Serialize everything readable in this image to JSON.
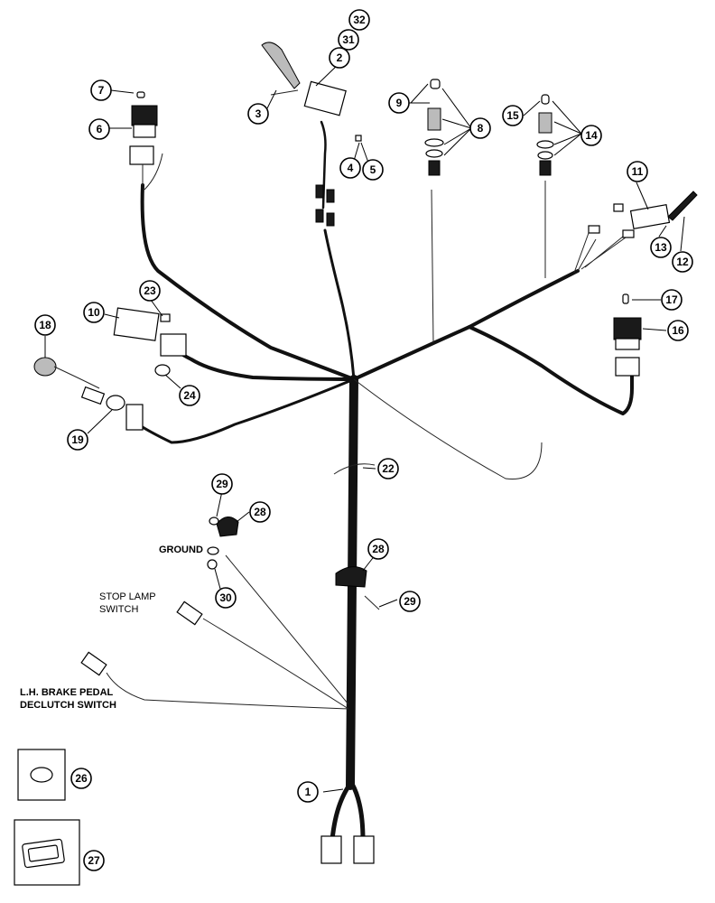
{
  "callouts": [
    "1",
    "2",
    "3",
    "4",
    "5",
    "6",
    "7",
    "8",
    "9",
    "10",
    "11",
    "12",
    "13",
    "14",
    "15",
    "16",
    "17",
    "18",
    "19",
    "22",
    "23",
    "24",
    "26",
    "27",
    "28",
    "28",
    "29",
    "29",
    "30",
    "31",
    "32"
  ],
  "labels": {
    "ground": "GROUND",
    "stop_lamp_1": "STOP LAMP",
    "stop_lamp_2": "SWITCH",
    "brake_1": "L.H. BRAKE PEDAL",
    "brake_2": "DECLUTCH SWITCH"
  }
}
